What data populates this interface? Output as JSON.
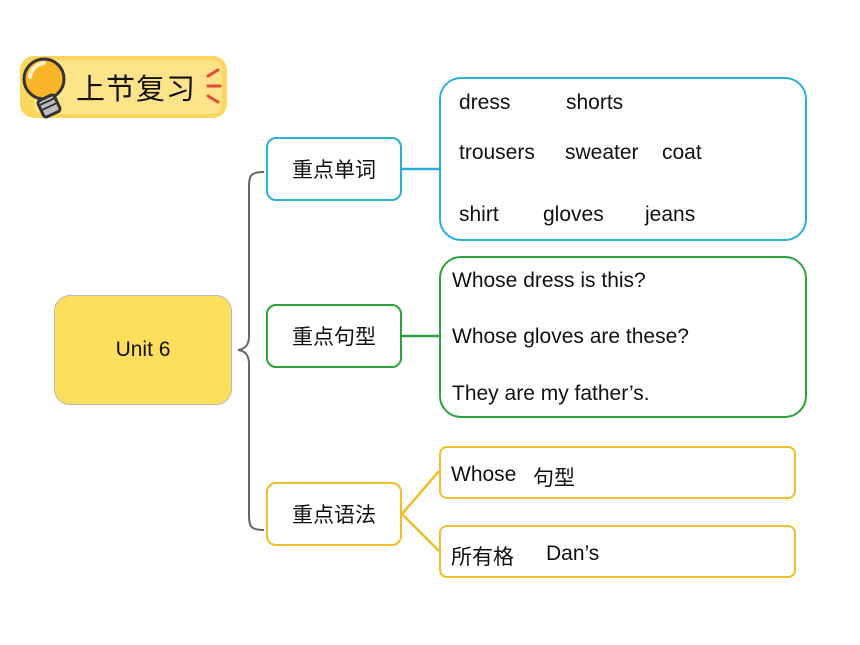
{
  "header": {
    "title": "上节复习"
  },
  "root": {
    "label": "Unit 6"
  },
  "categories": {
    "vocab": {
      "label": "重点单词"
    },
    "sentences": {
      "label": "重点句型"
    },
    "grammar": {
      "label": "重点语法"
    }
  },
  "vocab_words": [
    "dress",
    "shorts",
    "trousers",
    "sweater",
    "coat",
    "shirt",
    "gloves",
    "jeans"
  ],
  "sentences": [
    "Whose dress is this?",
    "Whose gloves are these?",
    "They are my father’s."
  ],
  "grammar": {
    "item1": {
      "en": "Whose",
      "zh": "句型"
    },
    "item2": {
      "zh": "所有格",
      "en": "Dan’s"
    }
  },
  "colors": {
    "vocab": "#28b0db",
    "sentences": "#2aa33c",
    "grammar": "#f0be2c",
    "root_fill": "#fddf5d",
    "header_fill": "#fcd75e"
  }
}
